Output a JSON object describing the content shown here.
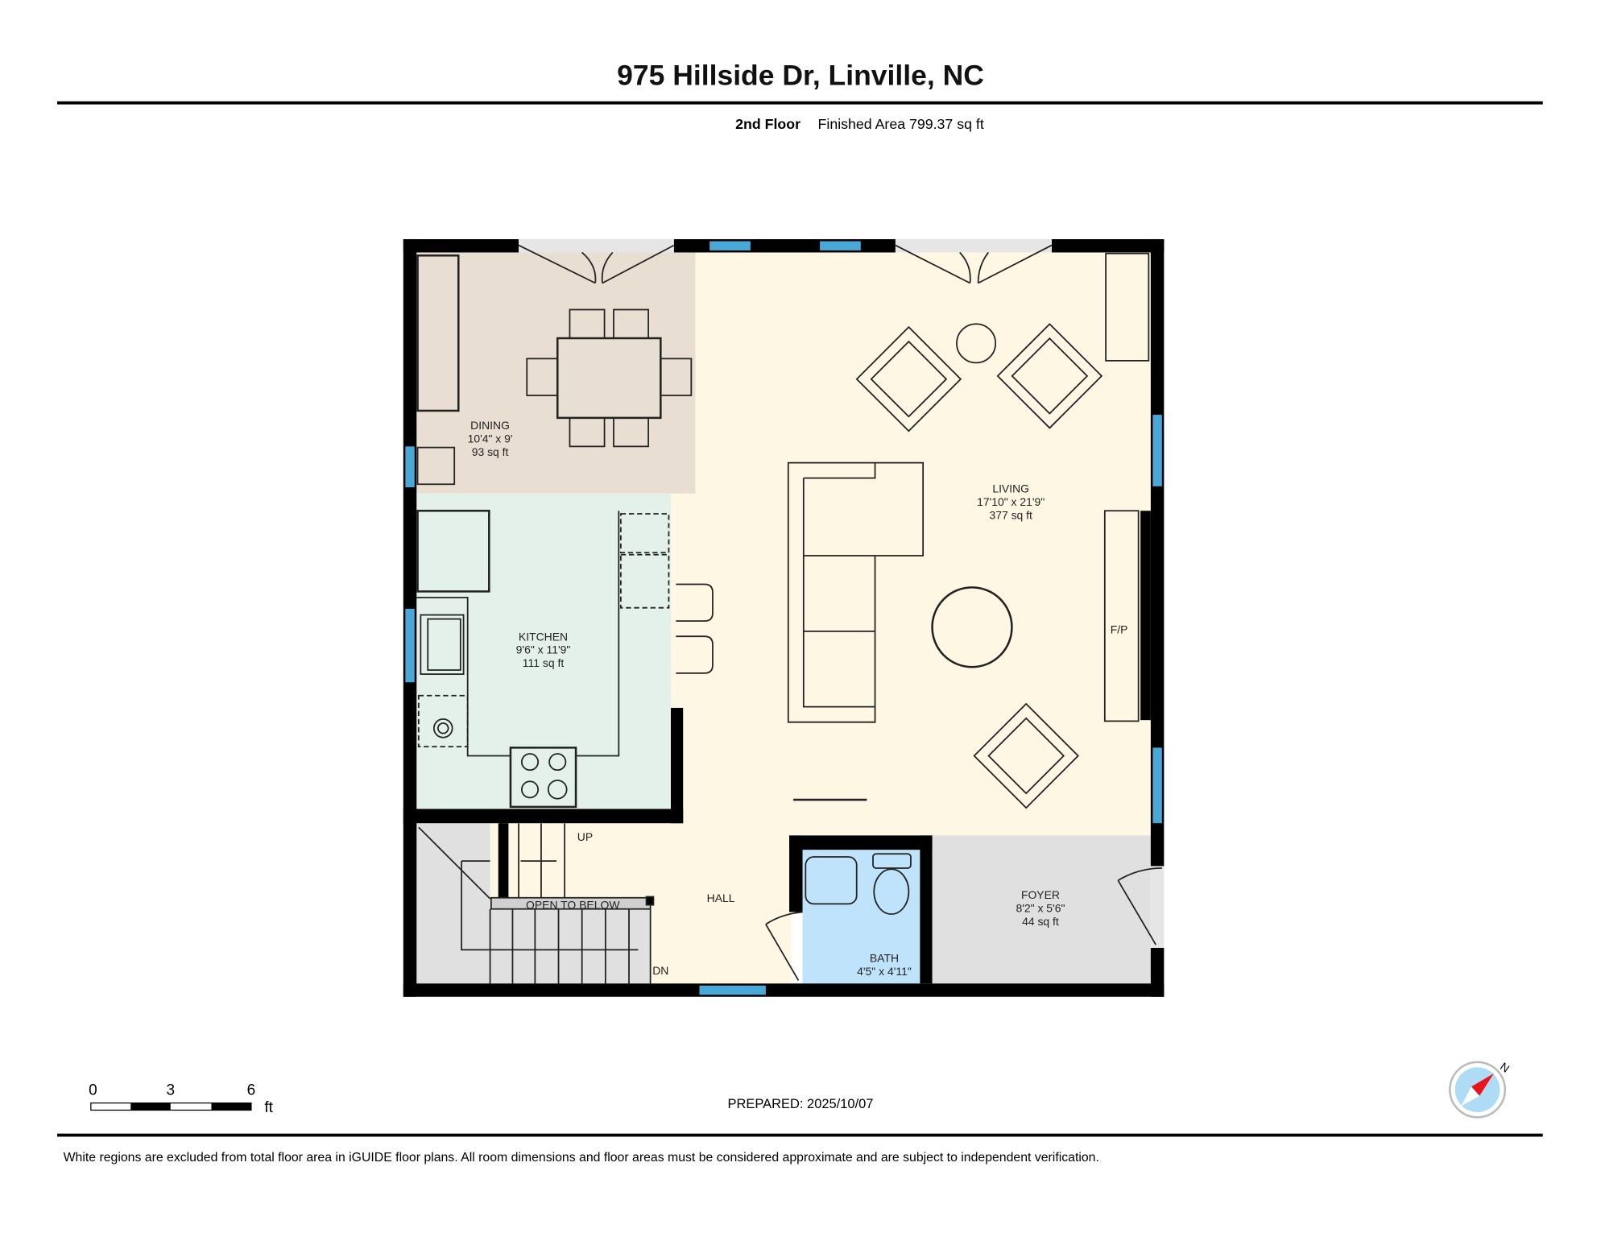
{
  "header": {
    "title": "975 Hillside Dr, Linville, NC",
    "floor": "2nd Floor",
    "finished_area": "Finished Area 799.37 sq ft"
  },
  "rooms": {
    "dining": {
      "name": "DINING",
      "dims": "10'4\" x 9'",
      "area": "93 sq ft"
    },
    "kitchen": {
      "name": "KITCHEN",
      "dims": "9'6\" x 11'9\"",
      "area": "111 sq ft"
    },
    "living": {
      "name": "LIVING",
      "dims": "17'10\" x 21'9\"",
      "area": "377 sq ft"
    },
    "fireplace": "F/P",
    "hall": "HALL",
    "foyer": {
      "name": "FOYER",
      "dims": "8'2\" x 5'6\"",
      "area": "44 sq ft"
    },
    "bath": {
      "name": "BATH",
      "dims": "4'5\" x 4'11\""
    },
    "up": "UP",
    "dn": "DN",
    "open_to_below": "OPEN TO BELOW"
  },
  "colors": {
    "dining": "#e8dfd2",
    "living": "#fdf7e4",
    "kitchen": "#e4f1ea",
    "bath": "#bfe3fa",
    "excluded": "#e0e0e0",
    "window": "#4aa8d8",
    "compass_needle": "#e8141b"
  },
  "scale": {
    "ticks": [
      "0",
      "3",
      "6"
    ],
    "unit": "ft"
  },
  "footer": {
    "prepared": "PREPARED: 2025/10/07",
    "disclaimer": "White regions are excluded from total floor area in iGUIDE floor plans. All room dimensions and floor areas must be considered approximate and are subject to independent verification.",
    "compass_label": "N"
  }
}
